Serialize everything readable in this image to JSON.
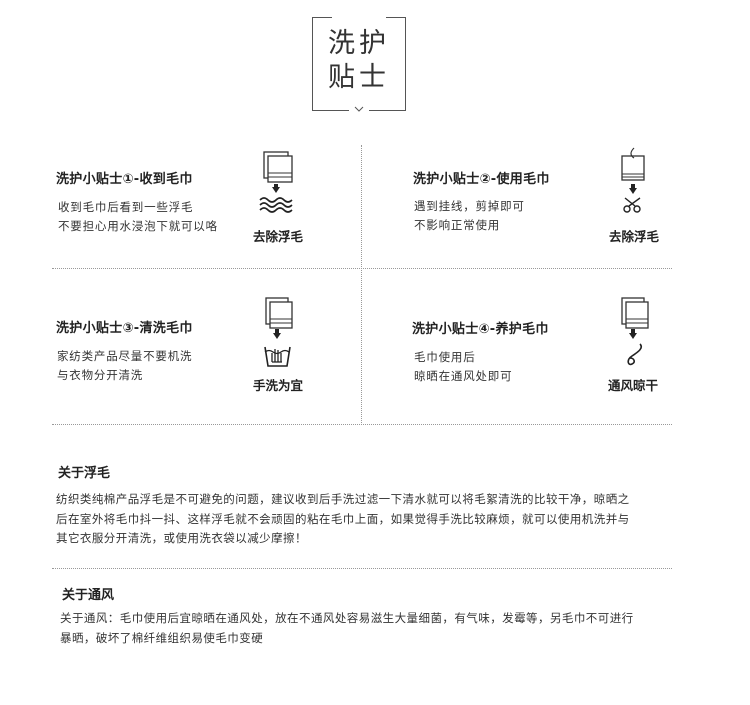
{
  "header": {
    "line1": "洗护",
    "line2": "贴士"
  },
  "tips": [
    {
      "title": "洗护小贴士①-收到毛巾",
      "lines": [
        "收到毛巾后看到一些浮毛",
        "不要担心用水浸泡下就可以咯"
      ],
      "caption": "去除浮毛",
      "icon": "towel-soak-icon"
    },
    {
      "title": "洗护小贴士②-使用毛巾",
      "lines": [
        "遇到挂线，剪掉即可",
        "不影响正常使用"
      ],
      "caption": "去除浮毛",
      "icon": "towel-scissors-icon"
    },
    {
      "title": "洗护小贴士③-清洗毛巾",
      "lines": [
        "家纺类产品尽量不要机洗",
        "与衣物分开清洗"
      ],
      "caption": "手洗为宜",
      "icon": "towel-handwash-icon"
    },
    {
      "title": "洗护小贴士④-养护毛巾",
      "lines": [
        "毛巾使用后",
        "晾晒在通风处即可"
      ],
      "caption": "通风晾干",
      "icon": "towel-airdry-icon"
    }
  ],
  "sections": [
    {
      "title": "关于浮毛",
      "lines": [
        "纺织类纯棉产品浮毛是不可避免的问题，建议收到后手洗过滤一下清水就可以将毛絮清洗的比较干净，晾晒之",
        "后在室外将毛巾抖一抖、这样浮毛就不会顽固的粘在毛巾上面，如果觉得手洗比较麻烦，就可以使用机洗并与",
        "其它衣服分开清洗，或使用洗衣袋以减少摩擦！"
      ]
    },
    {
      "title": "关于通风",
      "lines": [
        "关于通风：毛巾使用后宜晾晒在通风处，放在不通风处容易滋生大量细菌，有气味，发霉等，另毛巾不可进行",
        "暴晒，破坏了棉纤维组织易使毛巾变硬"
      ]
    }
  ]
}
